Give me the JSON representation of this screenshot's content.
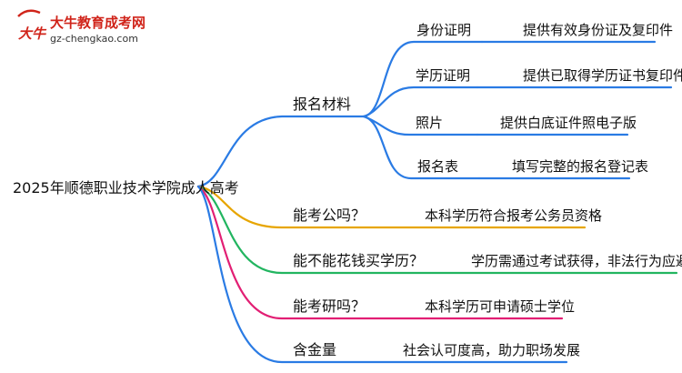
{
  "logo": {
    "name": "大牛教育成考网",
    "url": "gz-chengkao.com",
    "mark_text": "大牛",
    "brand_color": "#d0241a"
  },
  "root": {
    "label": "2025年顺德职业技术学院成人高考"
  },
  "branches": [
    {
      "label": "报名材料",
      "color": "#2a7be4",
      "children": [
        {
          "label": "身份证明",
          "detail": "提供有效身份证及复印件"
        },
        {
          "label": "学历证明",
          "detail": "提供已取得学历证书复印件"
        },
        {
          "label": "照片",
          "detail": "提供白底证件照电子版"
        },
        {
          "label": "报名表",
          "detail": "填写完整的报名登记表"
        }
      ]
    },
    {
      "label": "能考公吗？",
      "detail": "本科学历符合报考公务员资格",
      "color": "#e7a500"
    },
    {
      "label": "能不能花钱买学历？",
      "detail": "学历需通过考试获得，非法行为应避免",
      "color": "#22b560"
    },
    {
      "label": "能考研吗？",
      "detail": "本科学历可申请硕士学位",
      "color": "#e21f74"
    },
    {
      "label": "含金量",
      "detail": "社会认可度高，助力职场发展",
      "color": "#2a7be4"
    }
  ]
}
